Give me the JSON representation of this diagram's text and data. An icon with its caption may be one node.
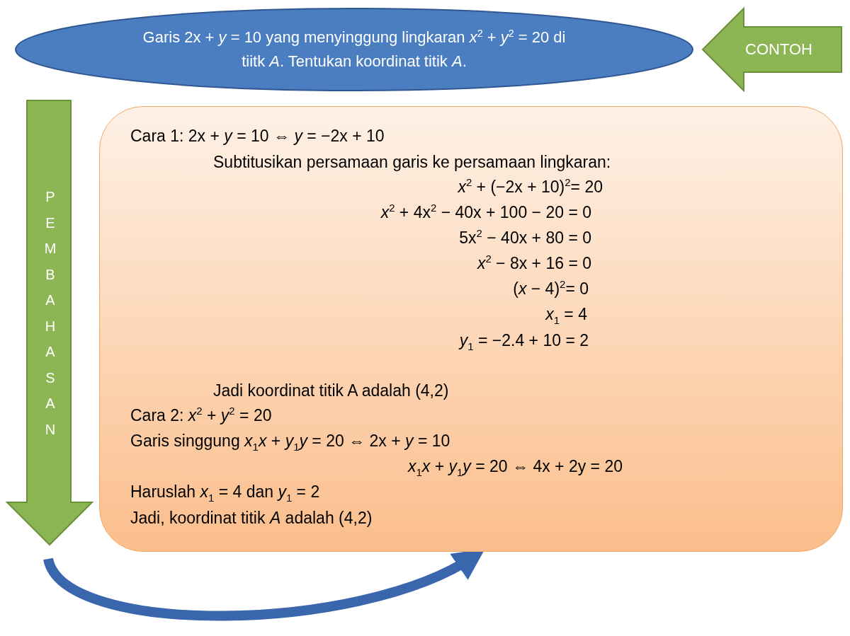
{
  "diagram": {
    "nodes": [
      {
        "text": [
          "Garis 2x + *y* = 10 yang menyinggung lingkaran *x*$^{2}$ + *y*$^{2}$ = 20 di tiitk *A*. Tentukan koordinat titik *A*."
        ]
      },
      {
        "text": [
          "CONTOH"
        ]
      },
      {
        "text": [
          "PEMBAHASAN"
        ]
      },
      {
        "text": [
          "Cara 1: 2x + *y* = 10 ⇔ *y* = −2x + 10",
          "Subtitusikan persamaan garis ke persamaan lingkaran:",
          "*x*$^{2}$ + (−2x + 10)$^{2}$= 20",
          "*x*$^{2}$ + 4x$^{2}$ − 40x + 100 − 20 = 0",
          "5x$^{2}$ − 40x + 80 = 0",
          "*x*$^{2}$ − 8x + 16 = 0",
          "(*x* − 4)$^{2}$= 0",
          "*x*$_{1}$ = 4",
          "*y*$_{1}$ = −2.4 + 10 = 2",
          "Jadi koordinat titik A adalah (4,2)",
          "Cara 2: *x*$^{2}$ + *y*$^{2}$ = 20",
          "Garis singgung *x*$_{1}$*x* + *y*$_{1}$*y* = 20 ⇔ 2x + *y* = 10",
          "*x*$_{1}$*x* + *y*$_{1}$*y* = 20 ⇔ 4x + 2y = 20",
          "Haruslah *x*$_{1}$ = 4 dan *y*$_{1}$ = 2",
          "Jadi, koordinat titik *A* adalah (4,2)"
        ]
      }
    ],
    "edges": [
      {
        "from": 2,
        "to": 3,
        "arrow": "to"
      }
    ]
  }
}
